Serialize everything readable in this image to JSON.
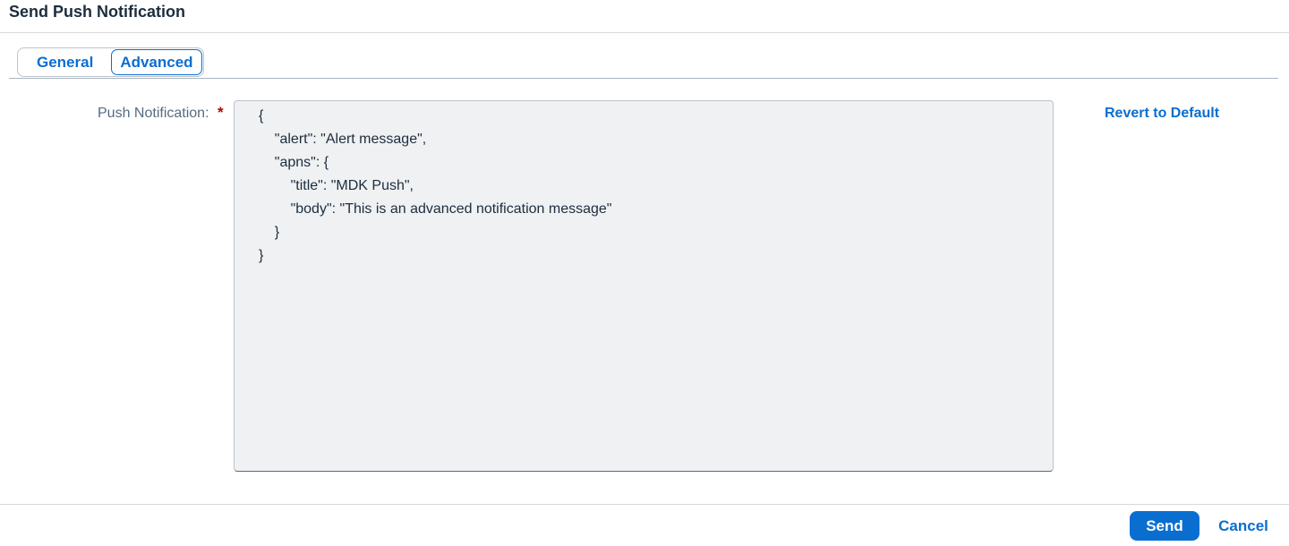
{
  "dialog": {
    "title": "Send Push Notification"
  },
  "tabs": [
    {
      "label": "General",
      "selected": false
    },
    {
      "label": "Advanced",
      "selected": true
    }
  ],
  "form": {
    "field_label": "Push Notification:",
    "required_marker": "*",
    "payload_value": "{\n    \"alert\": \"Alert message\",\n    \"apns\": {\n        \"title\": \"MDK Push\",\n        \"body\": \"This is an advanced notification message\"\n    }\n}",
    "revert_label": "Revert to Default"
  },
  "footer": {
    "send_label": "Send",
    "cancel_label": "Cancel"
  },
  "colors": {
    "accent": "#0a6ed1",
    "required": "#aa0808",
    "editor_bg": "#eff1f2"
  }
}
